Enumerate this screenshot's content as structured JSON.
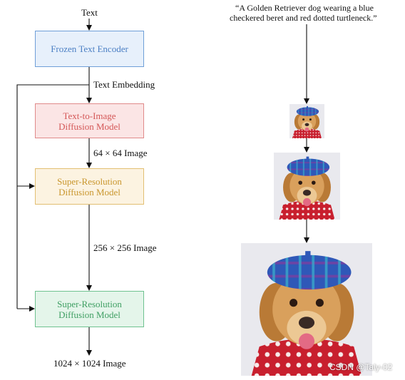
{
  "pipeline": {
    "input_label": "Text",
    "encoder": {
      "line1": "Frozen Text Encoder"
    },
    "embedding_label": "Text Embedding",
    "t2i": {
      "line1": "Text-to-Image",
      "line2": "Diffusion Model"
    },
    "label_64": "64 × 64 Image",
    "sr1": {
      "line1": "Super-Resolution",
      "line2": "Diffusion Model"
    },
    "label_256": "256 × 256 Image",
    "sr2": {
      "line1": "Super-Resolution",
      "line2": "Diffusion Model"
    },
    "output_label": "1024 × 1024 Image"
  },
  "colors": {
    "encoder_fill": "#e7f0fb",
    "encoder_border": "#6f9fd8",
    "encoder_text": "#4b7fc4",
    "t2i_fill": "#fbe5e5",
    "t2i_border": "#e08a8a",
    "t2i_text": "#d45757",
    "sr1_fill": "#fcf3e1",
    "sr1_border": "#e2bf72",
    "sr1_text": "#c9962d",
    "sr2_fill": "#e4f5ea",
    "sr2_border": "#6fc290",
    "sr2_text": "#3f9f63"
  },
  "example": {
    "prompt_line1": "“A Golden Retriever dog wearing a blue",
    "prompt_line2": "checkered beret and red dotted turtleneck.”"
  },
  "watermark": "CSDN @Taly-02"
}
